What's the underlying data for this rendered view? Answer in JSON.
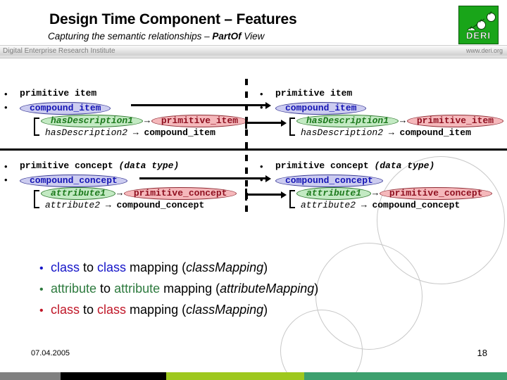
{
  "slide": {
    "title": "Design Time Component – Features",
    "subtitle_before": "Capturing the semantic relationships – ",
    "subtitle_bold": "PartOf",
    "subtitle_after": " View",
    "logo_text": "DERI",
    "band_left": "Digital Enterprise Research Institute",
    "band_right": "www.deri.org"
  },
  "diagram": {
    "left": {
      "block1": {
        "bullet1": "primitive item",
        "bullet2_pill": "compound_item",
        "row1_pill_green": "hasDescription1",
        "row1_pill_red": "primitive_item",
        "row2_label": "hasDescription2",
        "row2_arrow": "→",
        "row2_target": "compound_item"
      },
      "block2": {
        "bullet1a": "primitive concept ",
        "bullet1b": "(data type)",
        "bullet2_pill": "compound_concept",
        "row1_pill_green": "attribute1",
        "row1_arrow": "→",
        "row1_pill_red": "primitive_concept",
        "row2_label": "attribute2",
        "row2_arrow": "→",
        "row2_target": "compound_concept"
      }
    },
    "right": {
      "block1": {
        "bullet1": "primitive item",
        "bullet2_pill": "compound_item",
        "row1_pill_green": "hasDescription1",
        "row1_pill_red": "primitive_item",
        "row2_label": "hasDescription2",
        "row2_arrow": "→",
        "row2_target": "compound_item"
      },
      "block2": {
        "bullet1a": "primitive concept ",
        "bullet1b": "(data type)",
        "bullet2_pill": "compound_concept",
        "row1_pill_green": "attribute1",
        "row1_arrow": "→",
        "row1_pill_red": "primitive_concept",
        "row2_label": "attribute2",
        "row2_arrow": "→",
        "row2_target": "compound_concept"
      }
    }
  },
  "mappings": [
    {
      "color": "#1414c8",
      "t1": "class",
      "t2": " to ",
      "t3": "class",
      "t4": " mapping (",
      "t5": "classMapping",
      "t6": ")"
    },
    {
      "color": "#2d7a3e",
      "t1": "attribute",
      "t2": " to ",
      "t3": "attribute",
      "t4": " mapping (",
      "t5": "attributeMapping",
      "t6": ")"
    },
    {
      "color": "#c01728",
      "t1": "class",
      "t2": " to ",
      "t3": "class",
      "t4": " mapping (",
      "t5": "classMapping",
      "t6": ")"
    }
  ],
  "footer": {
    "date": "07.04.2005",
    "page": "18",
    "bar_colors": [
      "#808080",
      "#000000",
      "#9ec81e",
      "#3da06e"
    ]
  }
}
